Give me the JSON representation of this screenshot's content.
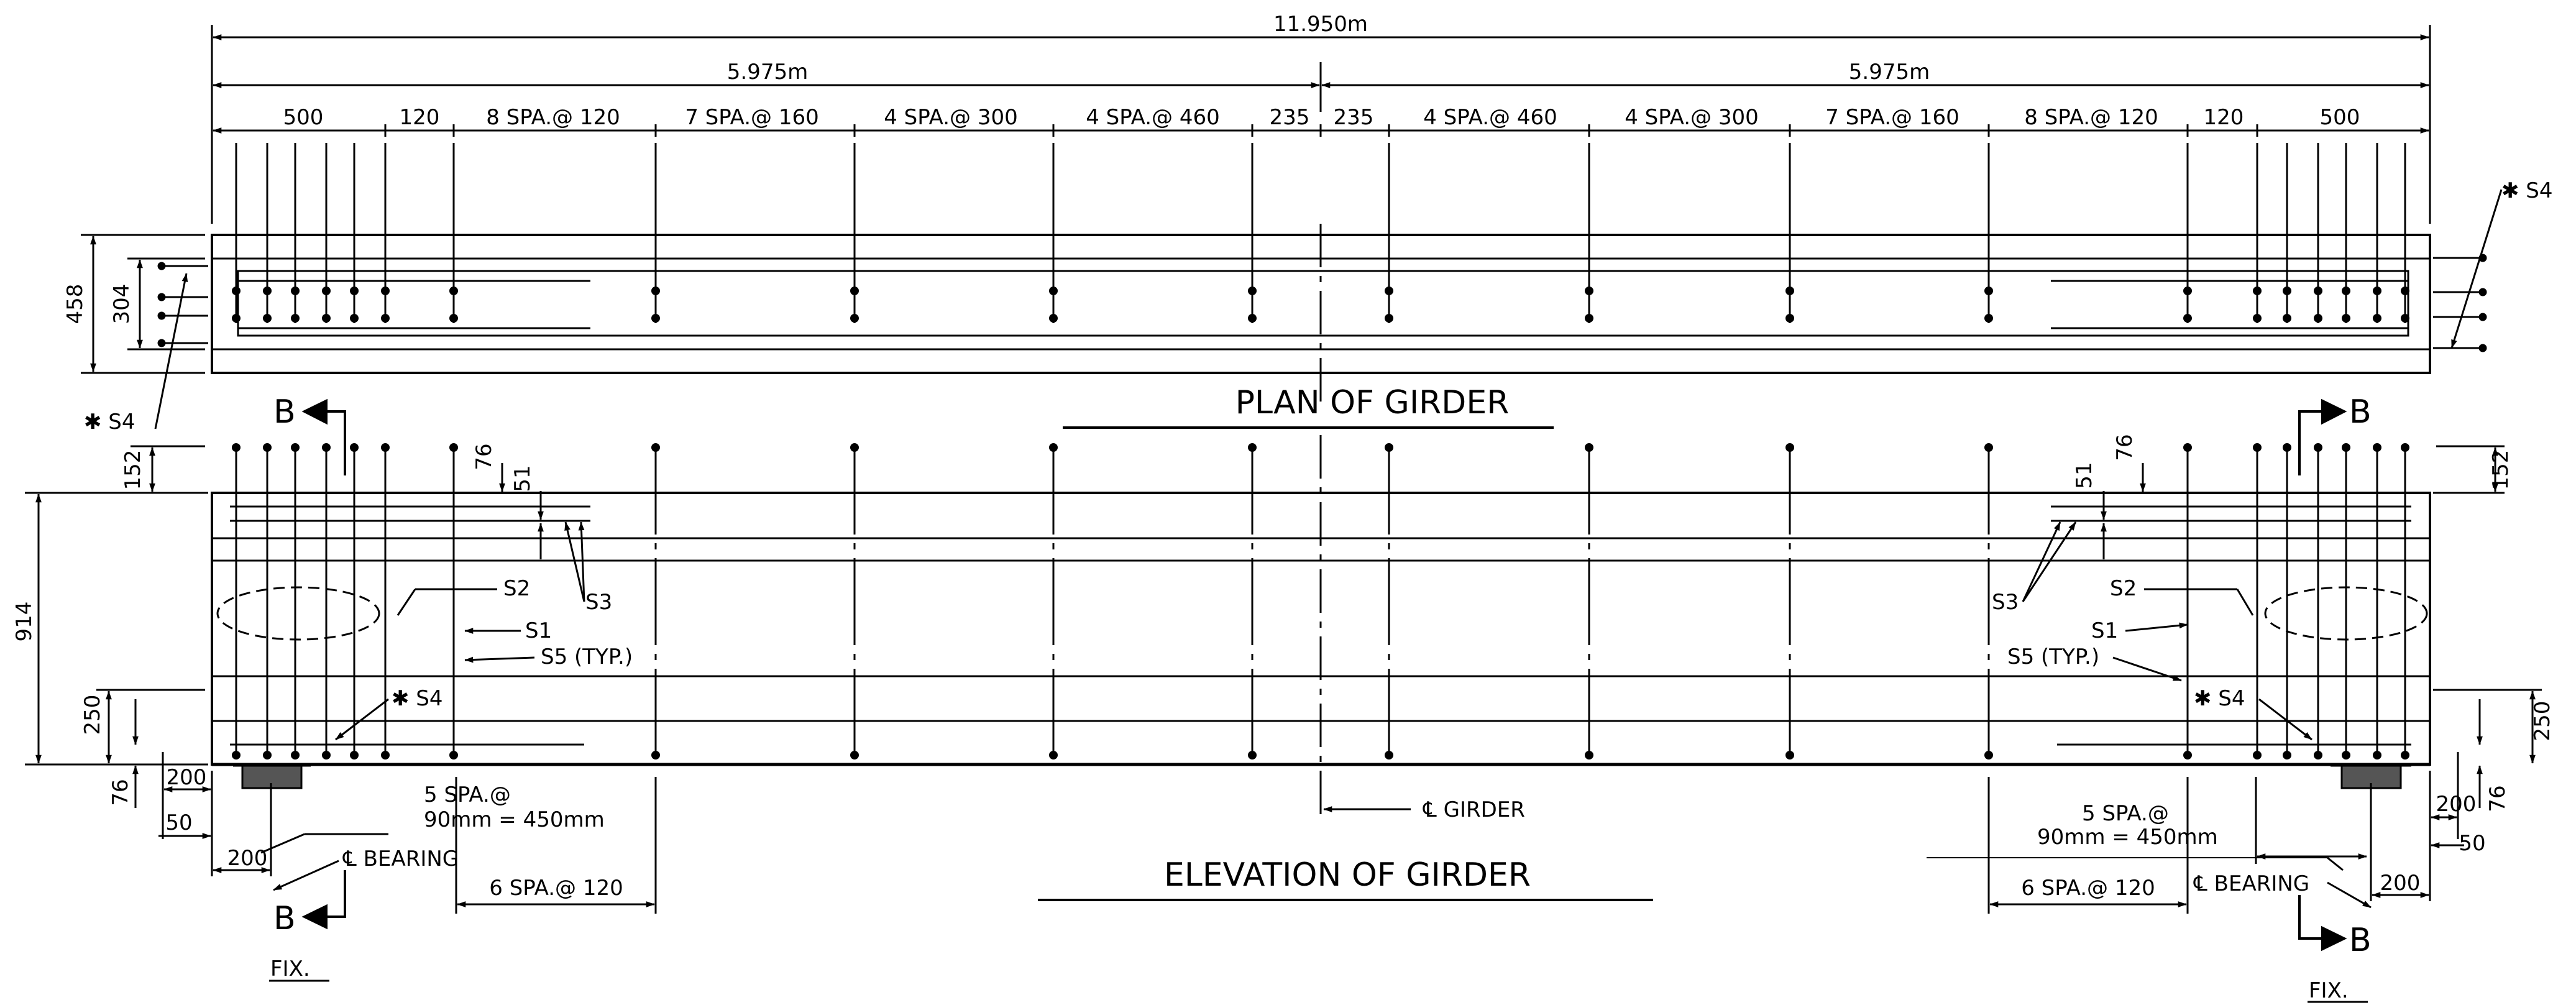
{
  "plan": {
    "title": "PLAN OF GIRDER",
    "overall": "11.950m",
    "half_left": "5.975m",
    "half_right": "5.975m",
    "spacing_left": [
      "500",
      "120",
      "8 SPA.@ 120",
      "7 SPA.@ 160",
      "4 SPA.@ 300",
      "4 SPA.@ 460",
      "235"
    ],
    "spacing_right": [
      "235",
      "4 SPA.@ 460",
      "4 SPA.@ 300",
      "7 SPA.@ 160",
      "8 SPA.@ 120",
      "120",
      "500"
    ],
    "width_outer": "458",
    "width_inner": "304",
    "s4_left": "✱ S4",
    "s4_right": "✱ S4"
  },
  "elevation": {
    "title": "ELEVATION OF GIRDER",
    "height": "914",
    "dim_152_left": "152",
    "dim_152_right": "152",
    "dim_76_top_left": "76",
    "dim_76_top_right": "76",
    "dim_51_left": "51",
    "dim_51_right": "51",
    "dim_250_left": "250",
    "dim_250_right": "250",
    "dim_76_bot_left": "76",
    "dim_76_bot_right": "76",
    "dim_200_a_left": "200",
    "dim_50_left": "50",
    "dim_200_b_left": "200",
    "dim_200_a_right": "200",
    "dim_50_right": "50",
    "dim_200_b_right": "200",
    "spa5_line1_left": "5 SPA.@",
    "spa5_line2_left": "90mm  = 450mm",
    "spa5_line1_right": "5 SPA.@",
    "spa5_line2_right": "90mm  = 450mm",
    "spa6_left": "6 SPA.@ 120",
    "spa6_right": "6 SPA.@ 120",
    "bearing_left": "℄ BEARING",
    "bearing_right": "℄ BEARING",
    "girder_cl": "℄ GIRDER",
    "s1": "S1",
    "s2": "S2",
    "s3": "S3",
    "s4": "✱ S4",
    "s5": "S5 (TYP.)",
    "fix": "FIX.",
    "section_mark": "B"
  }
}
